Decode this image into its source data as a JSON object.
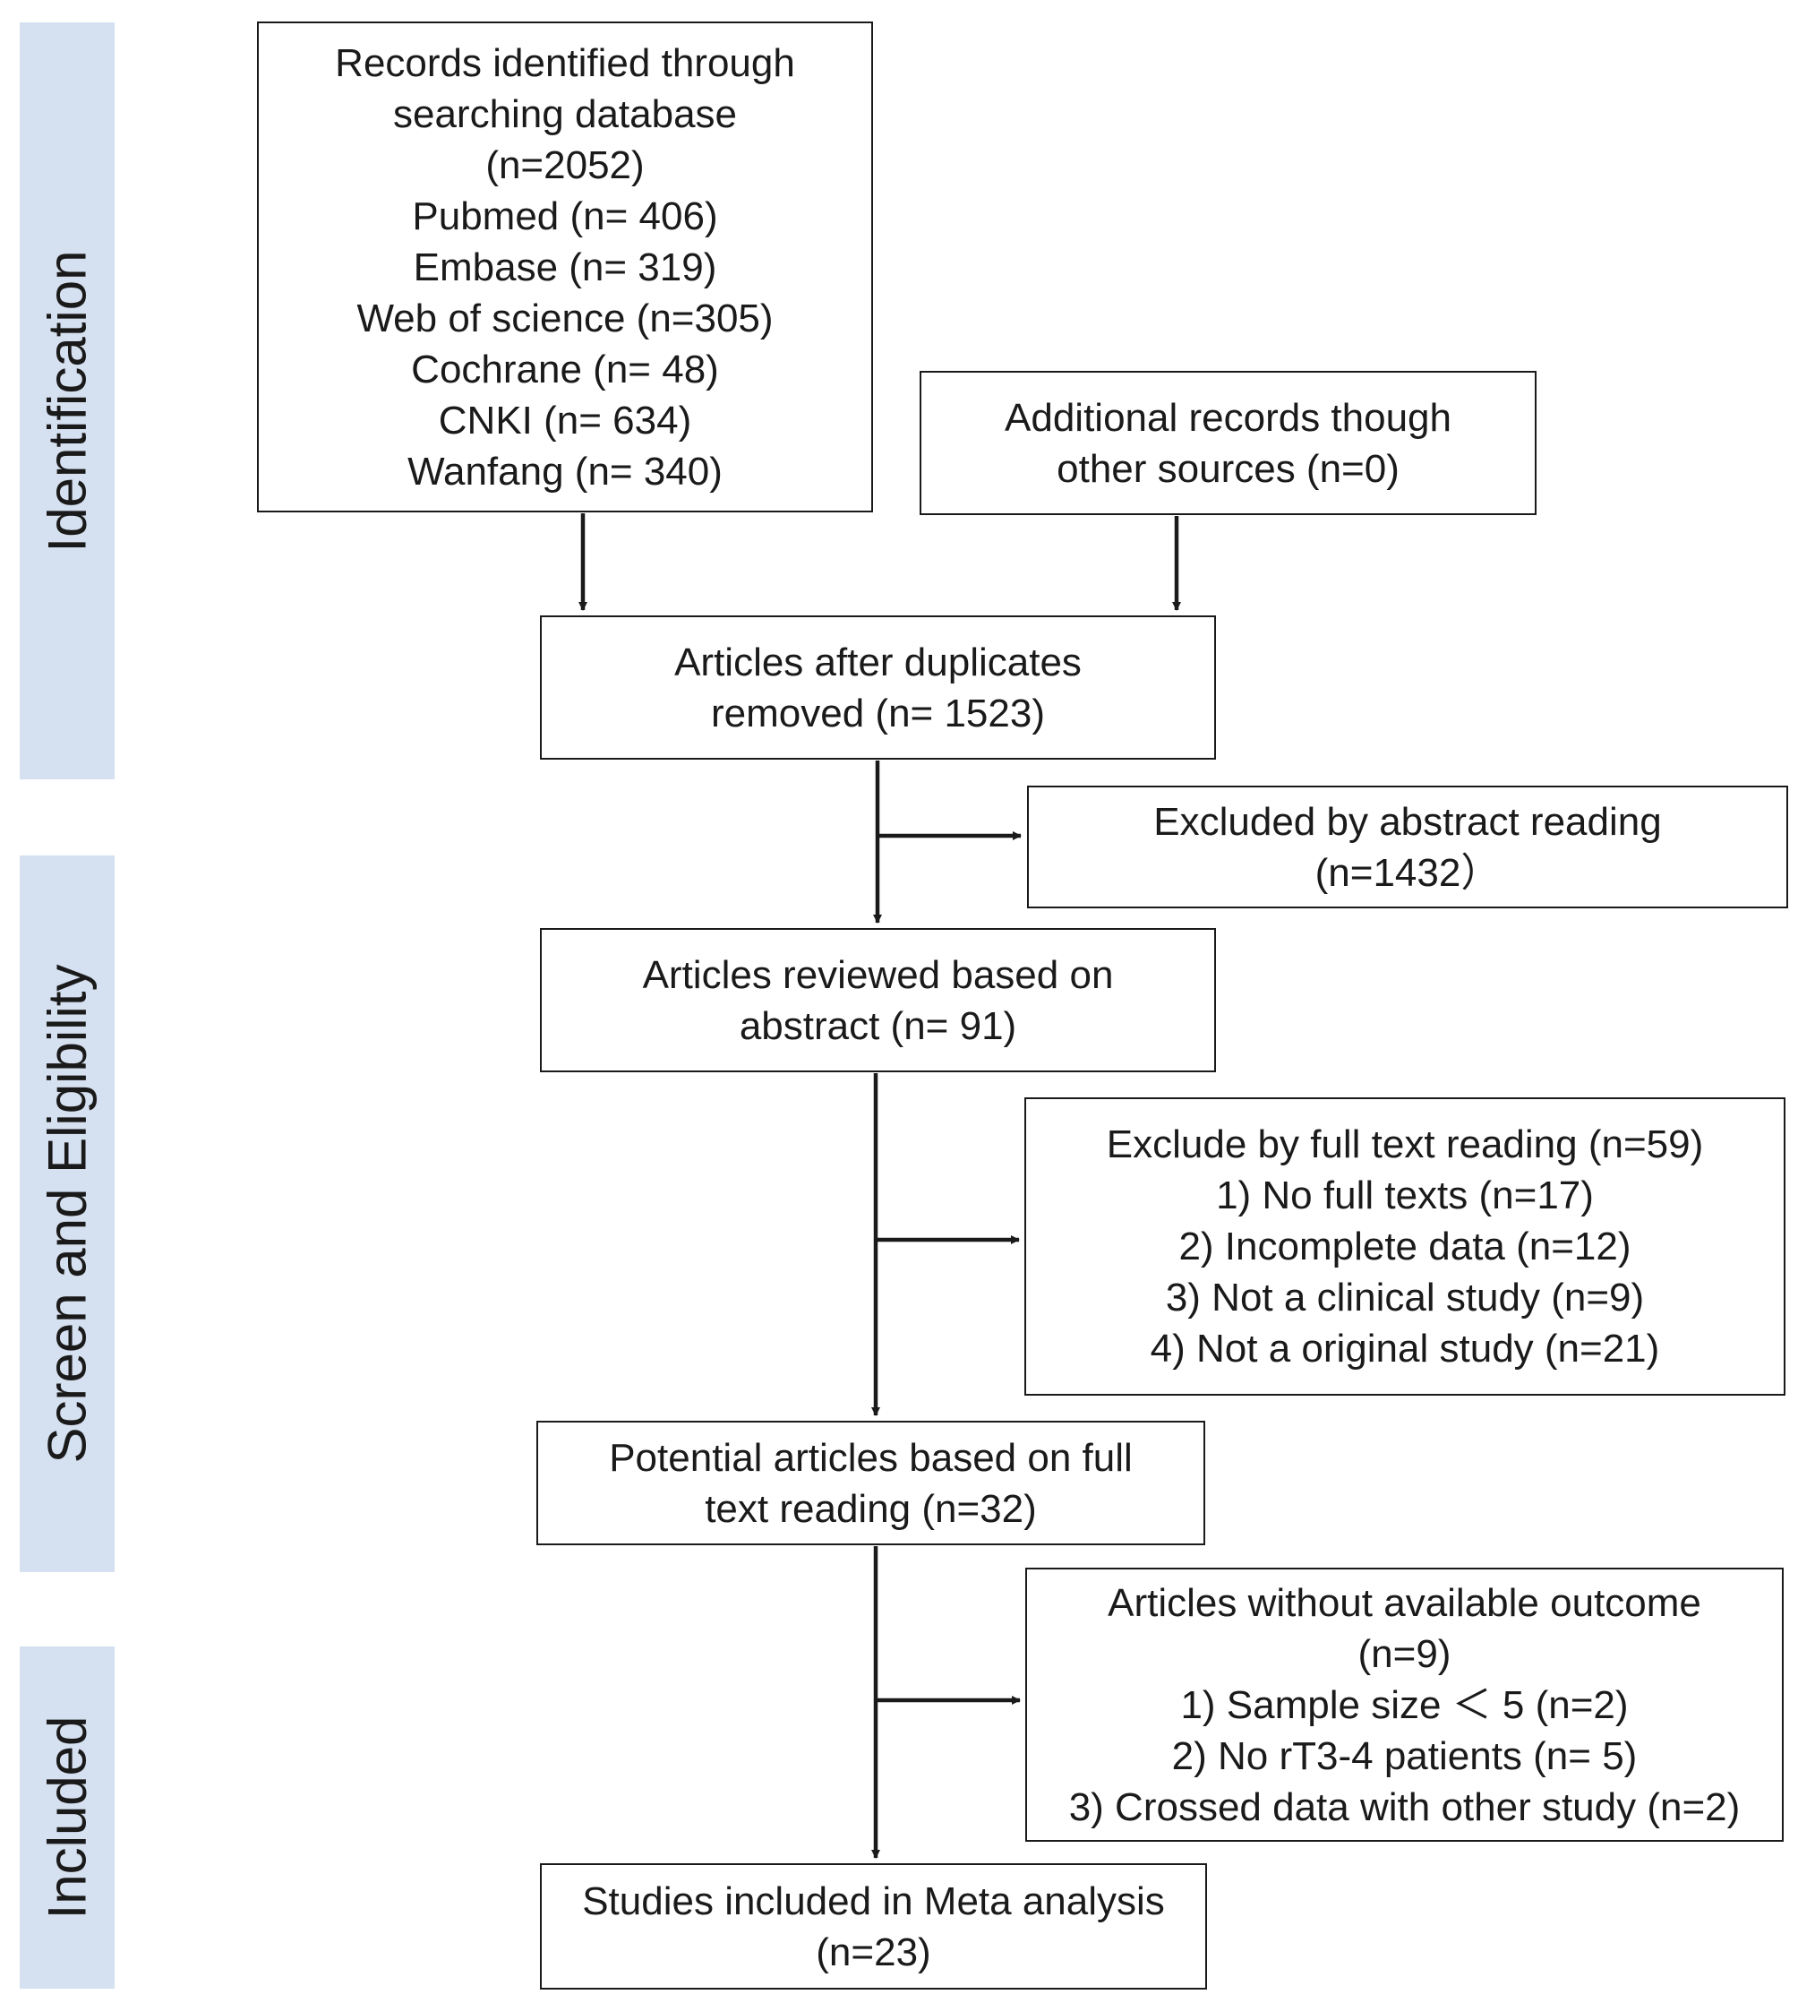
{
  "stages": [
    {
      "label": "Identification"
    },
    {
      "label": "Screen and Eligibility"
    },
    {
      "label": "Included"
    }
  ],
  "boxes": {
    "records": {
      "lines": [
        "Records identified through",
        "searching database",
        "(n=2052)",
        "Pubmed (n= 406)",
        "Embase (n= 319)",
        "Web of science (n=305)",
        "Cochrane  (n= 48)",
        "CNKI (n= 634)",
        "Wanfang (n= 340)"
      ]
    },
    "additional": {
      "lines": [
        "Additional records though",
        "other sources (n=0)"
      ]
    },
    "after_duplicates": {
      "lines": [
        "Articles after duplicates",
        "removed (n= 1523)"
      ]
    },
    "excluded_abstract": {
      "lines": [
        "Excluded by abstract reading",
        "(n=1432）"
      ]
    },
    "reviewed": {
      "lines": [
        "Articles reviewed based on",
        "abstract (n= 91)"
      ]
    },
    "excluded_fulltext": {
      "lines": [
        "Exclude by full text reading (n=59)",
        "1) No full texts (n=17)",
        "2) Incomplete data (n=12)",
        "3) Not a clinical study (n=9)",
        "4) Not a original study (n=21)"
      ]
    },
    "potential": {
      "lines": [
        "Potential articles based on full",
        "text reading (n=32)"
      ]
    },
    "without_outcome": {
      "lines": [
        "Articles without available outcome",
        "(n=9)",
        "1) Sample size ＜ 5 (n=2)",
        "2) No rT3-4 patients (n= 5)",
        "3) Crossed data with other study (n=2)"
      ]
    },
    "included": {
      "lines": [
        "Studies included in Meta analysis",
        "(n=23)"
      ]
    }
  }
}
